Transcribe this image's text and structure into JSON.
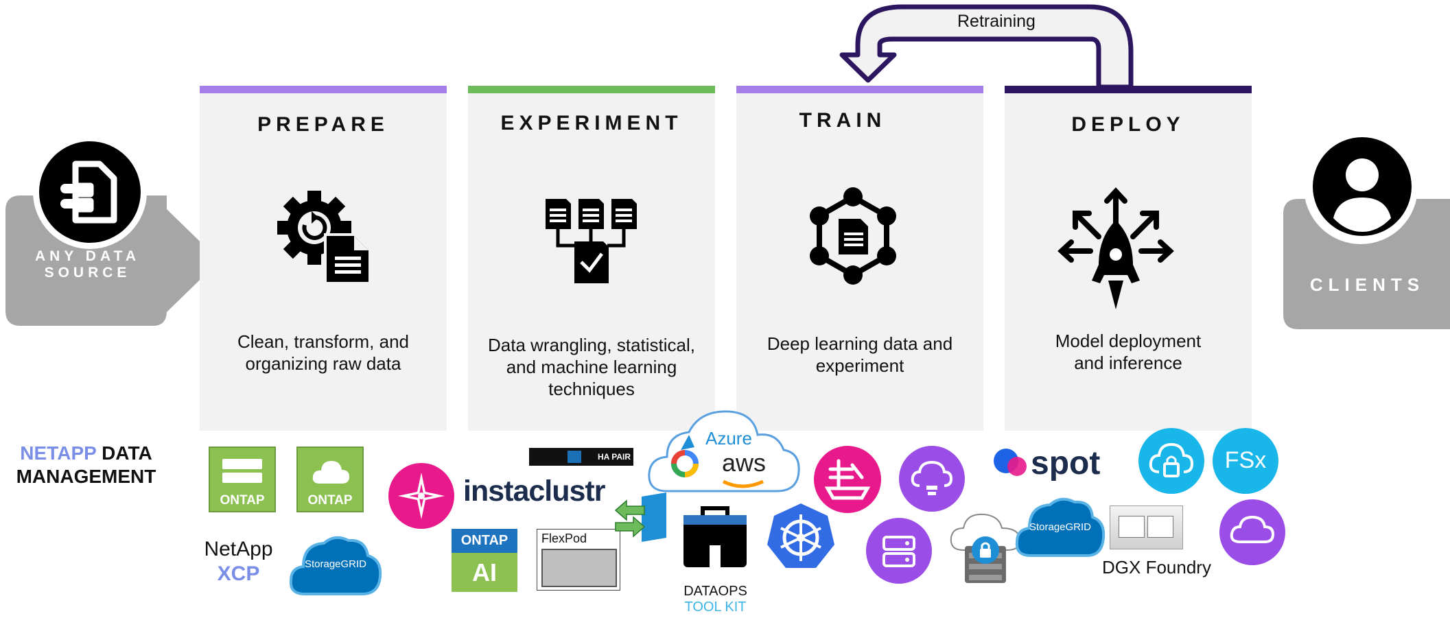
{
  "colors": {
    "purple_light": "#a57ee8",
    "green": "#6dbb5b",
    "purple_dark": "#2d1660",
    "gray_box": "#a6a6a6",
    "stage_bg": "#f2f2f2",
    "netapp_blue": "#7a8ee8"
  },
  "retraining_label": "Retraining",
  "source": {
    "label_line1": "ANY DATA",
    "label_line2": "SOURCE"
  },
  "clients": {
    "label": "CLIENTS"
  },
  "stages": [
    {
      "title": "PREPARE",
      "desc_line1": "Clean, transform, and",
      "desc_line2": "organizing raw data",
      "desc_line3": ""
    },
    {
      "title": "EXPERIMENT",
      "desc_line1": "Data wrangling, statistical,",
      "desc_line2": "and machine learning",
      "desc_line3": "techniques"
    },
    {
      "title": "TRAIN",
      "desc_line1": "Deep learning data and",
      "desc_line2": "experiment",
      "desc_line3": ""
    },
    {
      "title": "DEPLOY",
      "desc_line1": "Model deployment",
      "desc_line2": "and inference",
      "desc_line3": ""
    }
  ],
  "data_management": {
    "word1": "NETAPP",
    "word2": "DATA",
    "word3": "MANAGEMENT"
  },
  "logos": {
    "ontap1": "ONTAP",
    "ontap2": "ONTAP",
    "xcp_line1": "NetApp",
    "xcp_line2": "XCP",
    "storagegrid1": "StorageGRID",
    "ha_pair": "HA PAIR",
    "instaclustr": "instaclustr",
    "ontap_ai_top": "ONTAP",
    "ontap_ai_bottom": "AI",
    "flexpod": "FlexPod",
    "azure": "Azure",
    "aws": "aws",
    "dataops_line1": "DATAOPS",
    "dataops_line2": "TOOL KIT",
    "spot": "spot",
    "fsx": "FSx",
    "storagegrid2": "StorageGRID",
    "dgx": "DGX Foundry"
  }
}
